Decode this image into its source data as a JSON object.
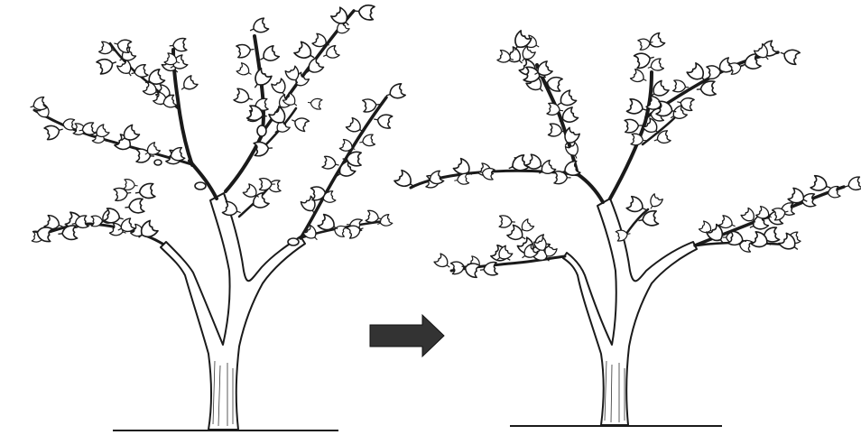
{
  "figure": {
    "panels": [
      {
        "id": "before",
        "state": "before pruning"
      },
      {
        "id": "after",
        "state": "after pruning"
      }
    ],
    "arrow": {
      "direction": "right",
      "color": "#333333"
    }
  }
}
